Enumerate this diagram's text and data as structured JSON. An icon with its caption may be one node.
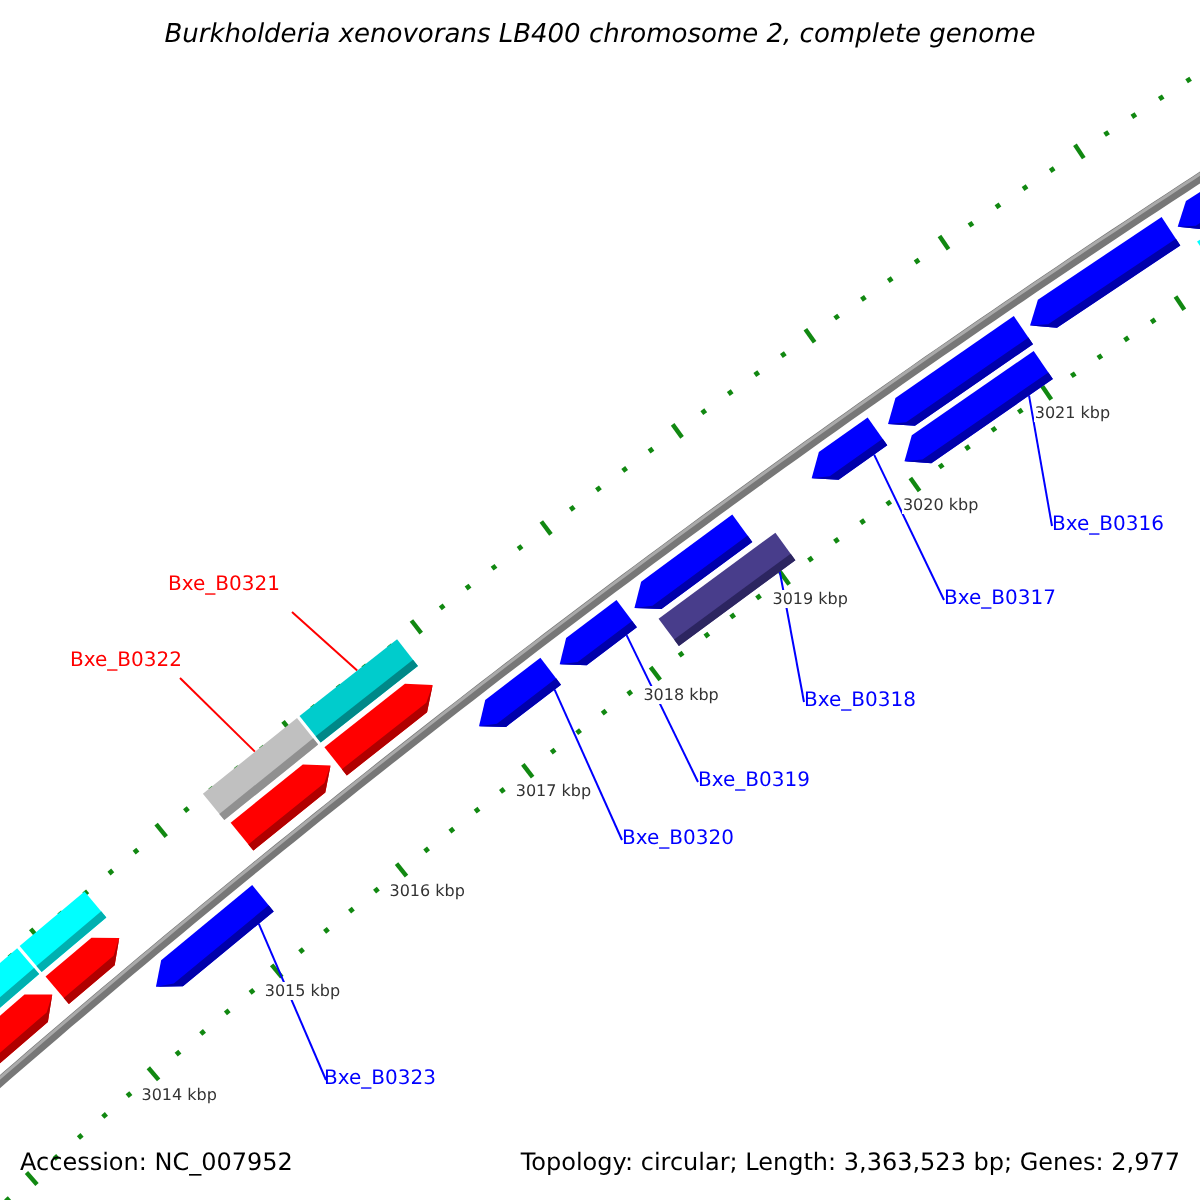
{
  "diagram": {
    "title": "Burkholderia xenovorans LB400 chromosome 2, complete genome",
    "nodes": [
      {
        "text": [
          "Bxe_B0316"
        ]
      },
      {
        "text": [
          "Bxe_B0321"
        ]
      },
      {
        "text": [
          "Bxe_B0317"
        ]
      },
      {
        "text": [
          "Bxe_B0322"
        ]
      },
      {
        "text": [
          "Bxe_B0318"
        ]
      },
      {
        "text": [
          "Bxe_B0319"
        ]
      },
      {
        "text": [
          "Bxe_B0320"
        ]
      },
      {
        "text": [
          "Bxe_B0323"
        ]
      },
      {
        "text": [],
        "shape": "arrow"
      },
      {
        "text": [],
        "shape": "bar"
      },
      {
        "text": [],
        "shape": "arrow"
      },
      {
        "text": [],
        "shape": "bar"
      },
      {
        "text": [],
        "shape": "bar"
      },
      {
        "text": [],
        "shape": "arrow"
      },
      {
        "text": [],
        "shape": "arrow"
      },
      {
        "text": [],
        "shape": "arrow"
      },
      {
        "text": [],
        "shape": "arrow"
      },
      {
        "text": [],
        "shape": "arrow"
      },
      {
        "text": [],
        "shape": "bar"
      },
      {
        "text": [],
        "shape": "bar"
      },
      {
        "text": [],
        "shape": "arrow"
      },
      {
        "text": [],
        "shape": "arrow"
      },
      {
        "text": [],
        "shape": "arrow"
      },
      {
        "text": [],
        "shape": "arrow"
      },
      {
        "text": [],
        "shape": "arrow"
      },
      {
        "text": [],
        "shape": "arrow"
      },
      {
        "text": [],
        "shape": "bar"
      }
    ],
    "edges": [
      {
        "from": 0,
        "to": 8,
        "arrow": "none"
      },
      {
        "from": 1,
        "to": 9,
        "arrow": "none",
        "color": "#ff0000"
      },
      {
        "from": 2,
        "to": 10,
        "arrow": "none"
      },
      {
        "from": 3,
        "to": 11,
        "arrow": "none",
        "color": "#ff0000"
      },
      {
        "from": 4,
        "to": 12,
        "arrow": "none"
      },
      {
        "from": 5,
        "to": 13,
        "arrow": "none"
      },
      {
        "from": 6,
        "to": 14,
        "arrow": "none"
      },
      {
        "from": 7,
        "to": 15,
        "arrow": "none"
      }
    ],
    "labels": [
      "3021 kbp",
      "3020 kbp",
      "3019 kbp",
      "3018 kbp",
      "3017 kbp",
      "3016 kbp",
      "3015 kbp",
      "3014 kbp",
      "Accession: NC_007952",
      "Topology: circular; Length: 3,363,523 bp; Genes: 2,977"
    ]
  }
}
